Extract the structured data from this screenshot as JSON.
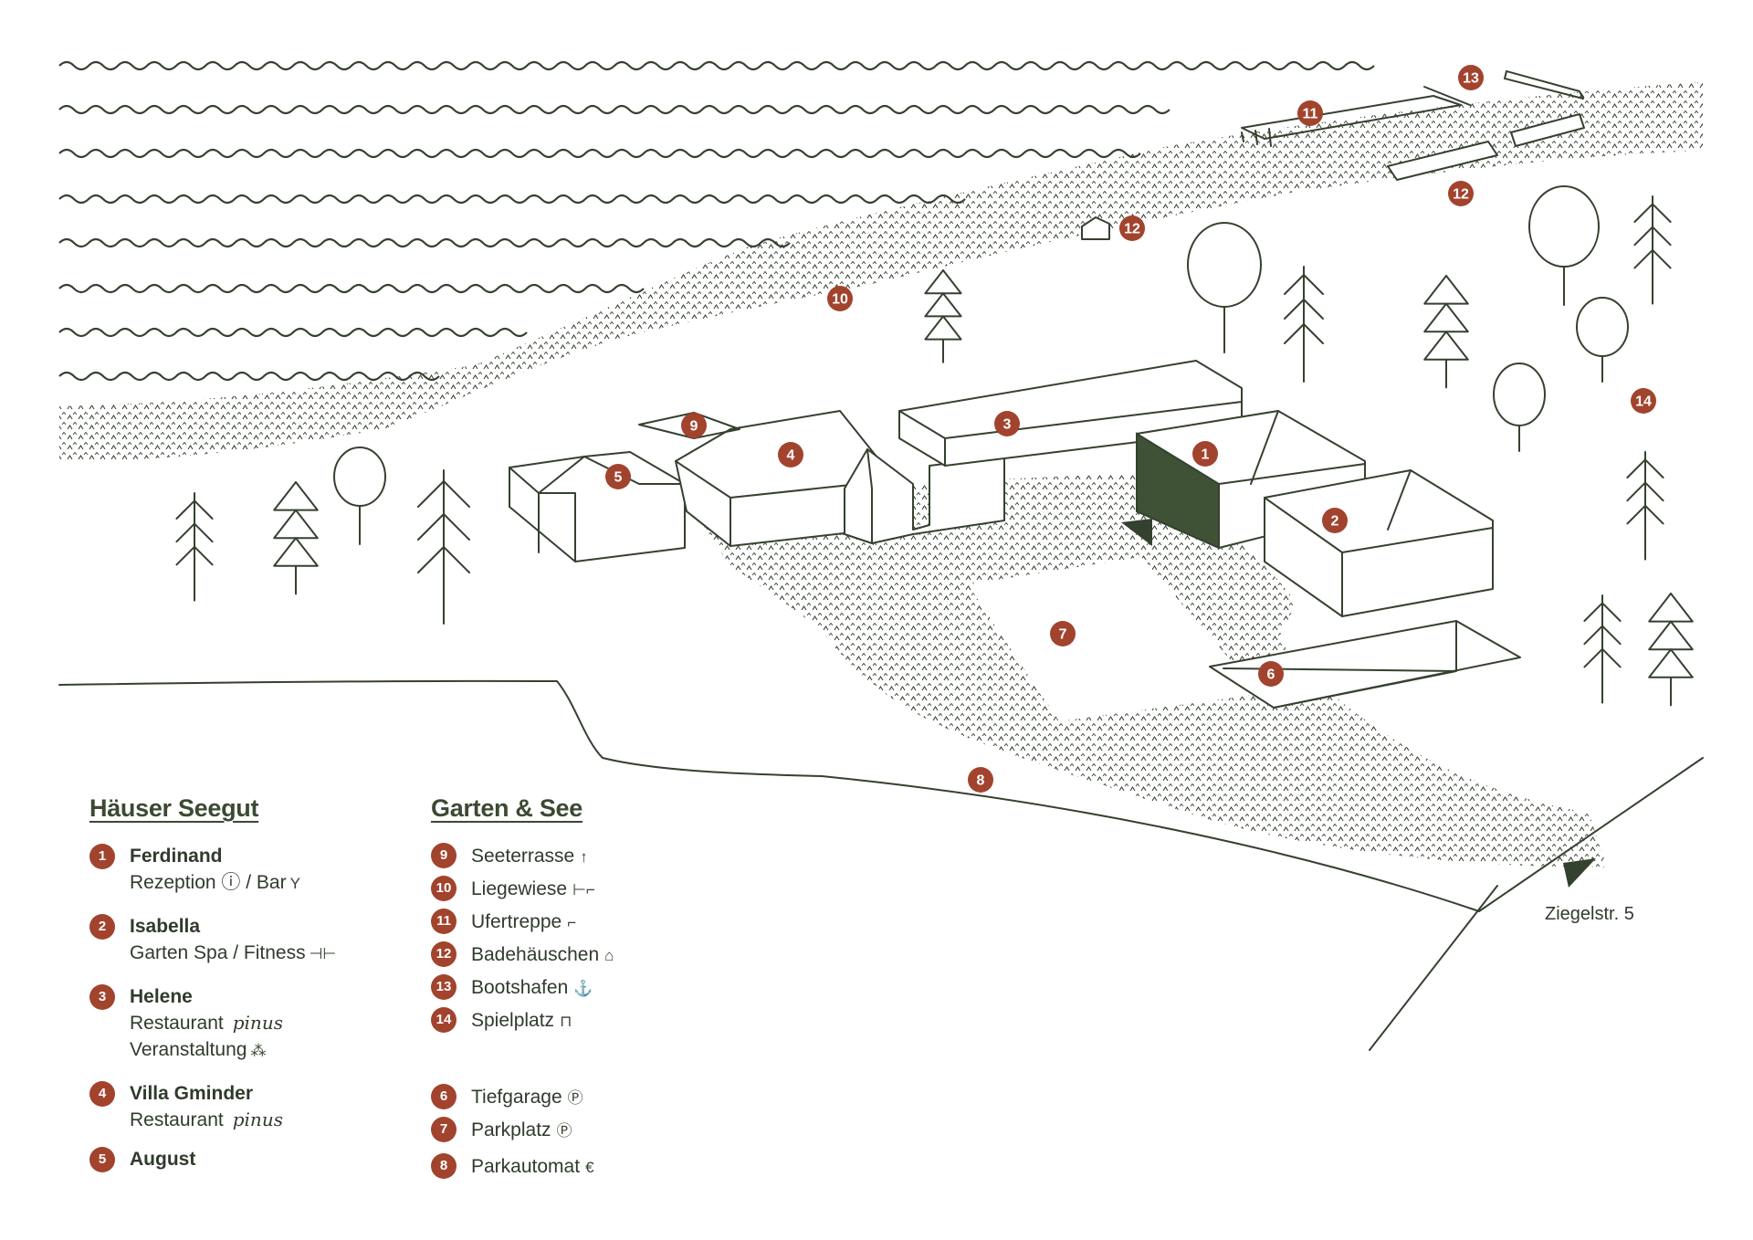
{
  "map": {
    "address": "Ziegelstr. 5",
    "markers": [
      {
        "n": "1"
      },
      {
        "n": "2"
      },
      {
        "n": "3"
      },
      {
        "n": "4"
      },
      {
        "n": "5"
      },
      {
        "n": "6"
      },
      {
        "n": "7"
      },
      {
        "n": "8"
      },
      {
        "n": "9"
      },
      {
        "n": "10"
      },
      {
        "n": "11"
      },
      {
        "n": "12"
      },
      {
        "n": "12"
      },
      {
        "n": "13"
      },
      {
        "n": "14"
      }
    ]
  },
  "colors": {
    "marker": "#a2432e",
    "line": "#35412f",
    "highlight_building": "#3f5236",
    "background": "#ffffff"
  },
  "legend_houses": {
    "title": "Häuser Seegut",
    "items": [
      {
        "num": "1",
        "name": "Ferdinand",
        "lines": [
          "Rezeption ⓘ / Bar"
        ],
        "icons": [
          "info-icon",
          "cocktail-icon"
        ]
      },
      {
        "num": "2",
        "name": "Isabella",
        "lines": [
          "Garten Spa / Fitness"
        ],
        "icons": [
          "steam-icon",
          "dumbbell-icon"
        ]
      },
      {
        "num": "3",
        "name": "Helene",
        "lines": [
          "Restaurant",
          "Veranstaltung"
        ],
        "script": "pinus",
        "icons": [
          "pinus-logo",
          "event-icon"
        ]
      },
      {
        "num": "4",
        "name": "Villa Gminder",
        "lines": [
          "Restaurant"
        ],
        "script": "pinus",
        "icons": [
          "pinus-logo"
        ]
      },
      {
        "num": "5",
        "name": "August",
        "lines": []
      }
    ]
  },
  "legend_garden": {
    "title": "Garten & See",
    "items": [
      {
        "num": "9",
        "label": "Seeterrasse",
        "icon": "arrow-up-icon"
      },
      {
        "num": "10",
        "label": "Liegewiese",
        "icon": "lounger-icon"
      },
      {
        "num": "11",
        "label": "Ufertreppe",
        "icon": "stairs-icon"
      },
      {
        "num": "12",
        "label": "Badehäuschen",
        "icon": "bathhouse-icon"
      },
      {
        "num": "13",
        "label": "Bootshafen",
        "icon": "anchor-icon"
      },
      {
        "num": "14",
        "label": "Spielplatz",
        "icon": "playground-icon"
      }
    ],
    "parking": [
      {
        "num": "6",
        "label": "Tiefgarage",
        "icon": "parking-icon"
      },
      {
        "num": "7",
        "label": "Parkplatz",
        "icon": "parking-icon"
      },
      {
        "num": "8",
        "label": "Parkautomat",
        "icon": "euro-icon"
      }
    ]
  }
}
